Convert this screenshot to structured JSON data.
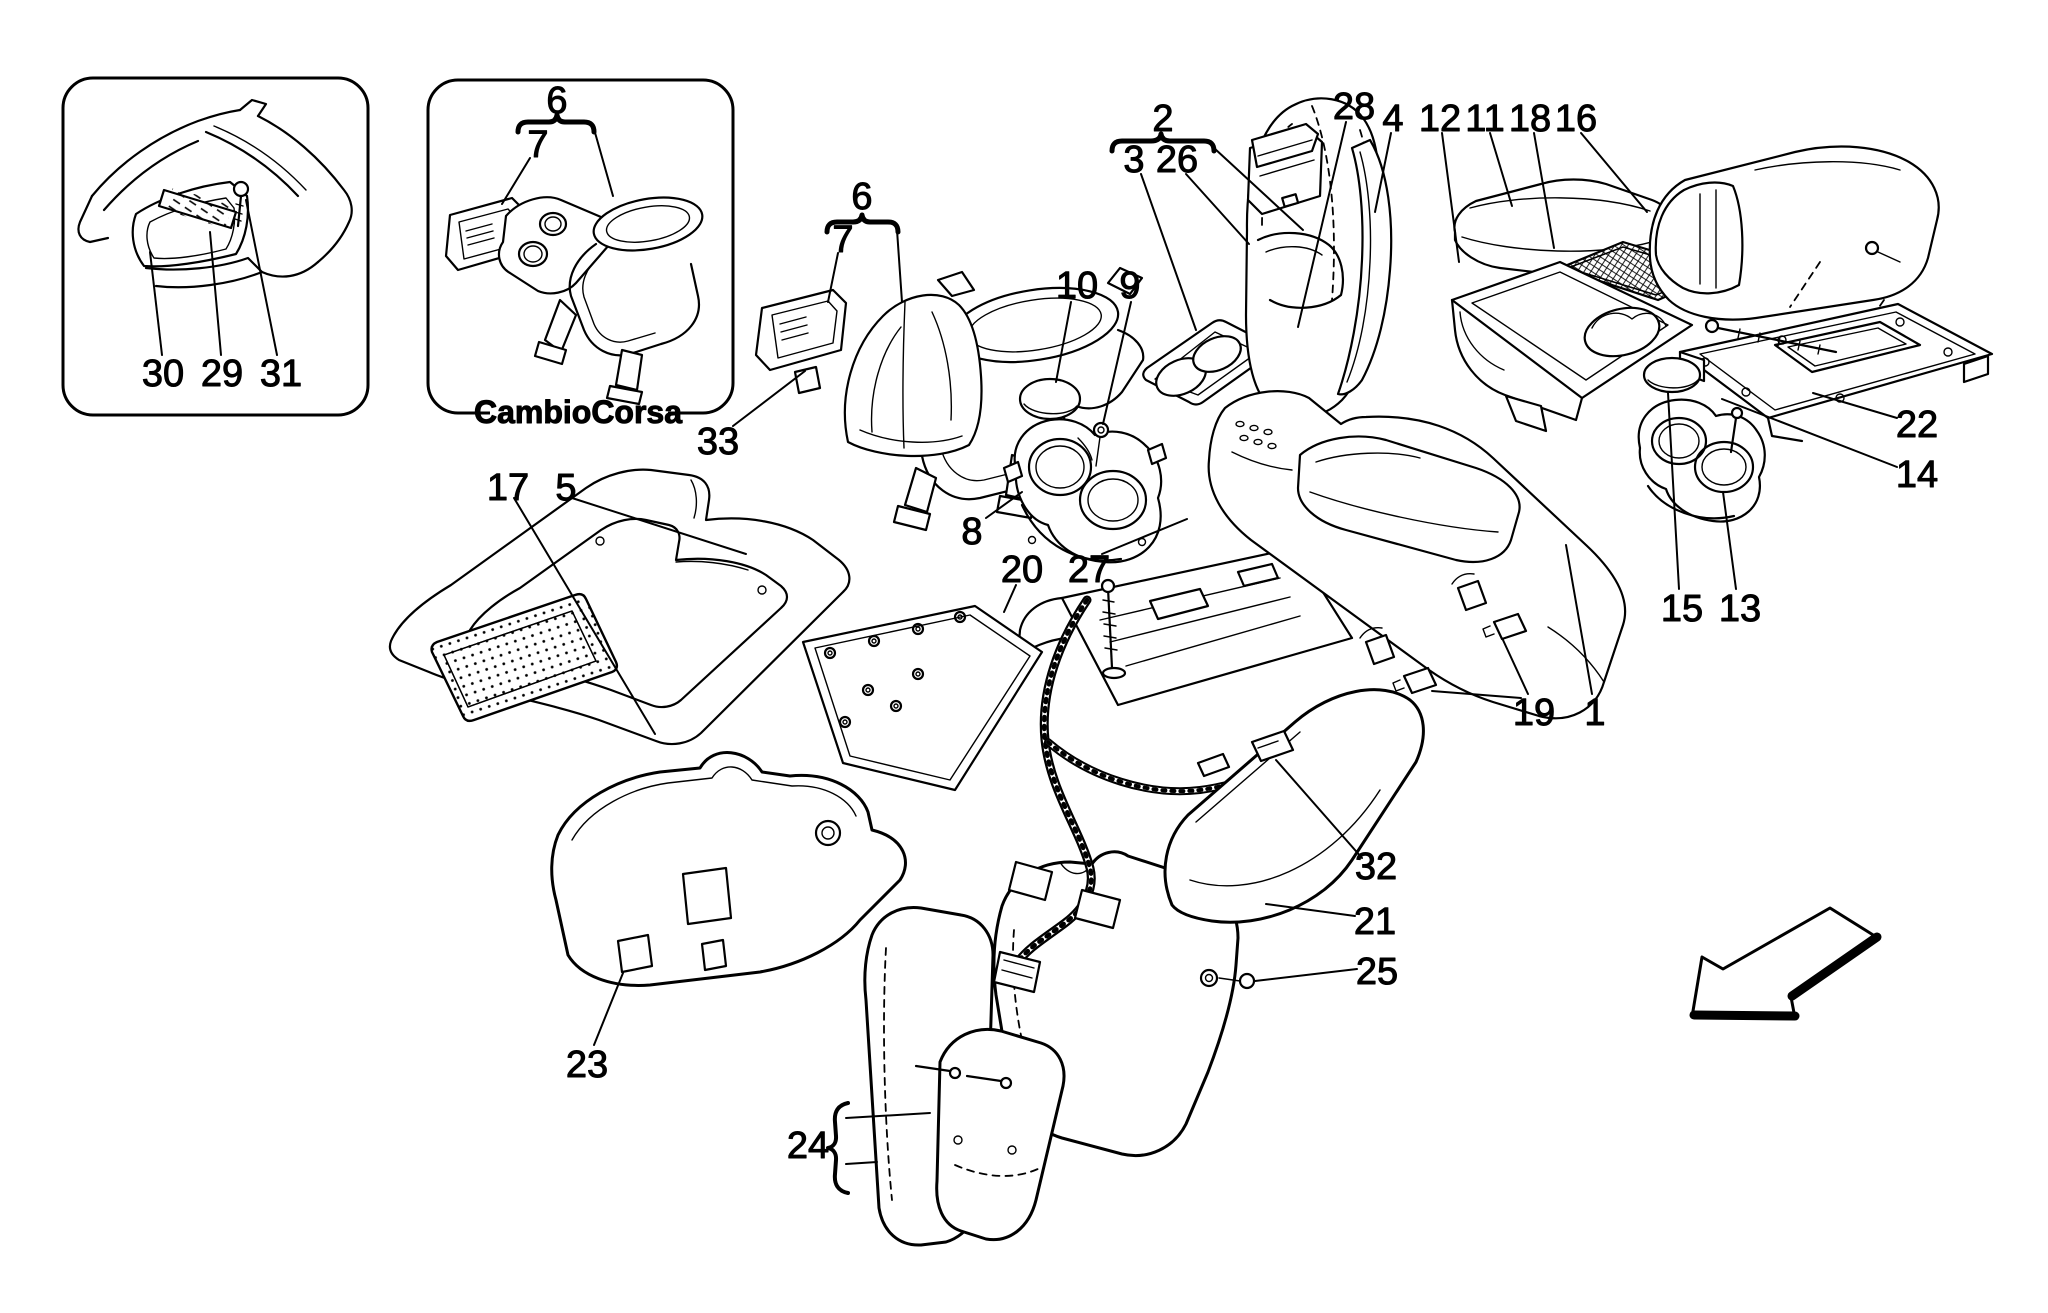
{
  "document": {
    "type": "exploded-parts-diagram",
    "background_color": "#ffffff",
    "line_color": "#000000",
    "variant_caption": "CambioCorsa",
    "callout_numbers_visible": [
      "1",
      "2",
      "3",
      "4",
      "5",
      "6",
      "7",
      "8",
      "9",
      "10",
      "11",
      "12",
      "13",
      "14",
      "15",
      "16",
      "17",
      "18",
      "19",
      "20",
      "21",
      "22",
      "23",
      "24",
      "25",
      "26",
      "27",
      "28",
      "29",
      "30",
      "31",
      "32",
      "33"
    ],
    "groupings": [
      {
        "parent": "2",
        "children": [
          "3",
          "26"
        ]
      },
      {
        "parent": "6",
        "children": [
          "7"
        ]
      },
      {
        "brace_label": "24",
        "style": "curly-brace-two-leaders"
      }
    ],
    "inset_boxes": [
      {
        "name": "console-top-view-box",
        "labels": [
          "30",
          "29",
          "31"
        ]
      },
      {
        "name": "cambiocorsa-variant-box",
        "caption": "CambioCorsa",
        "labels": [
          "6",
          "7"
        ]
      }
    ],
    "direction_arrow": "bottom-right pointing down-left"
  },
  "labels": {
    "n1": "1",
    "n2": "2",
    "n3": "3",
    "n4": "4",
    "n5": "5",
    "n6": "6",
    "n7": "7",
    "n8": "8",
    "n9": "9",
    "n10": "10",
    "n11": "11",
    "n12": "12",
    "n13": "13",
    "n14": "14",
    "n15": "15",
    "n16": "16",
    "n17": "17",
    "n18": "18",
    "n19": "19",
    "n20": "20",
    "n21": "21",
    "n22": "22",
    "n23": "23",
    "n24": "24",
    "n25": "25",
    "n26": "26",
    "n27": "27",
    "n28": "28",
    "n29": "29",
    "n30": "30",
    "n31": "31",
    "n32": "32",
    "n33": "33"
  },
  "caption": {
    "cambio_corsa": "CambioCorsa"
  }
}
